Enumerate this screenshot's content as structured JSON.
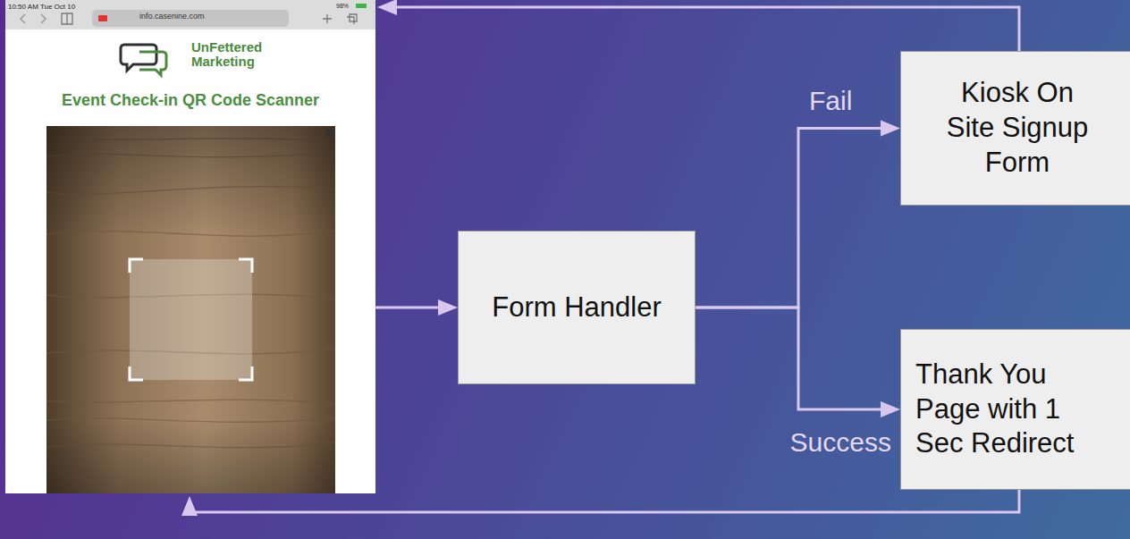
{
  "diagram": {
    "nodes": [
      {
        "text": [
          "10:50 AM Tue Oct 10",
          "info.casenine.com",
          "98%",
          "UnFettered Marketing",
          "Event Check-in QR Code Scanner"
        ]
      },
      {
        "text": [
          "Form Handler"
        ]
      },
      {
        "text": [
          "Kiosk On Site Signup Form"
        ]
      },
      {
        "text": [
          "Thank You Page with 1 Sec Redirect"
        ]
      }
    ],
    "edges": [
      {
        "from": 0,
        "to": 1,
        "arrow": "to"
      },
      {
        "from": 1,
        "to": 2,
        "label": "Fail",
        "arrow": "to"
      },
      {
        "from": 1,
        "to": 3,
        "label": "Success",
        "arrow": "to"
      },
      {
        "from": 2,
        "to": 0,
        "arrow": "to"
      },
      {
        "from": 3,
        "to": 0,
        "arrow": "to"
      }
    ]
  }
}
